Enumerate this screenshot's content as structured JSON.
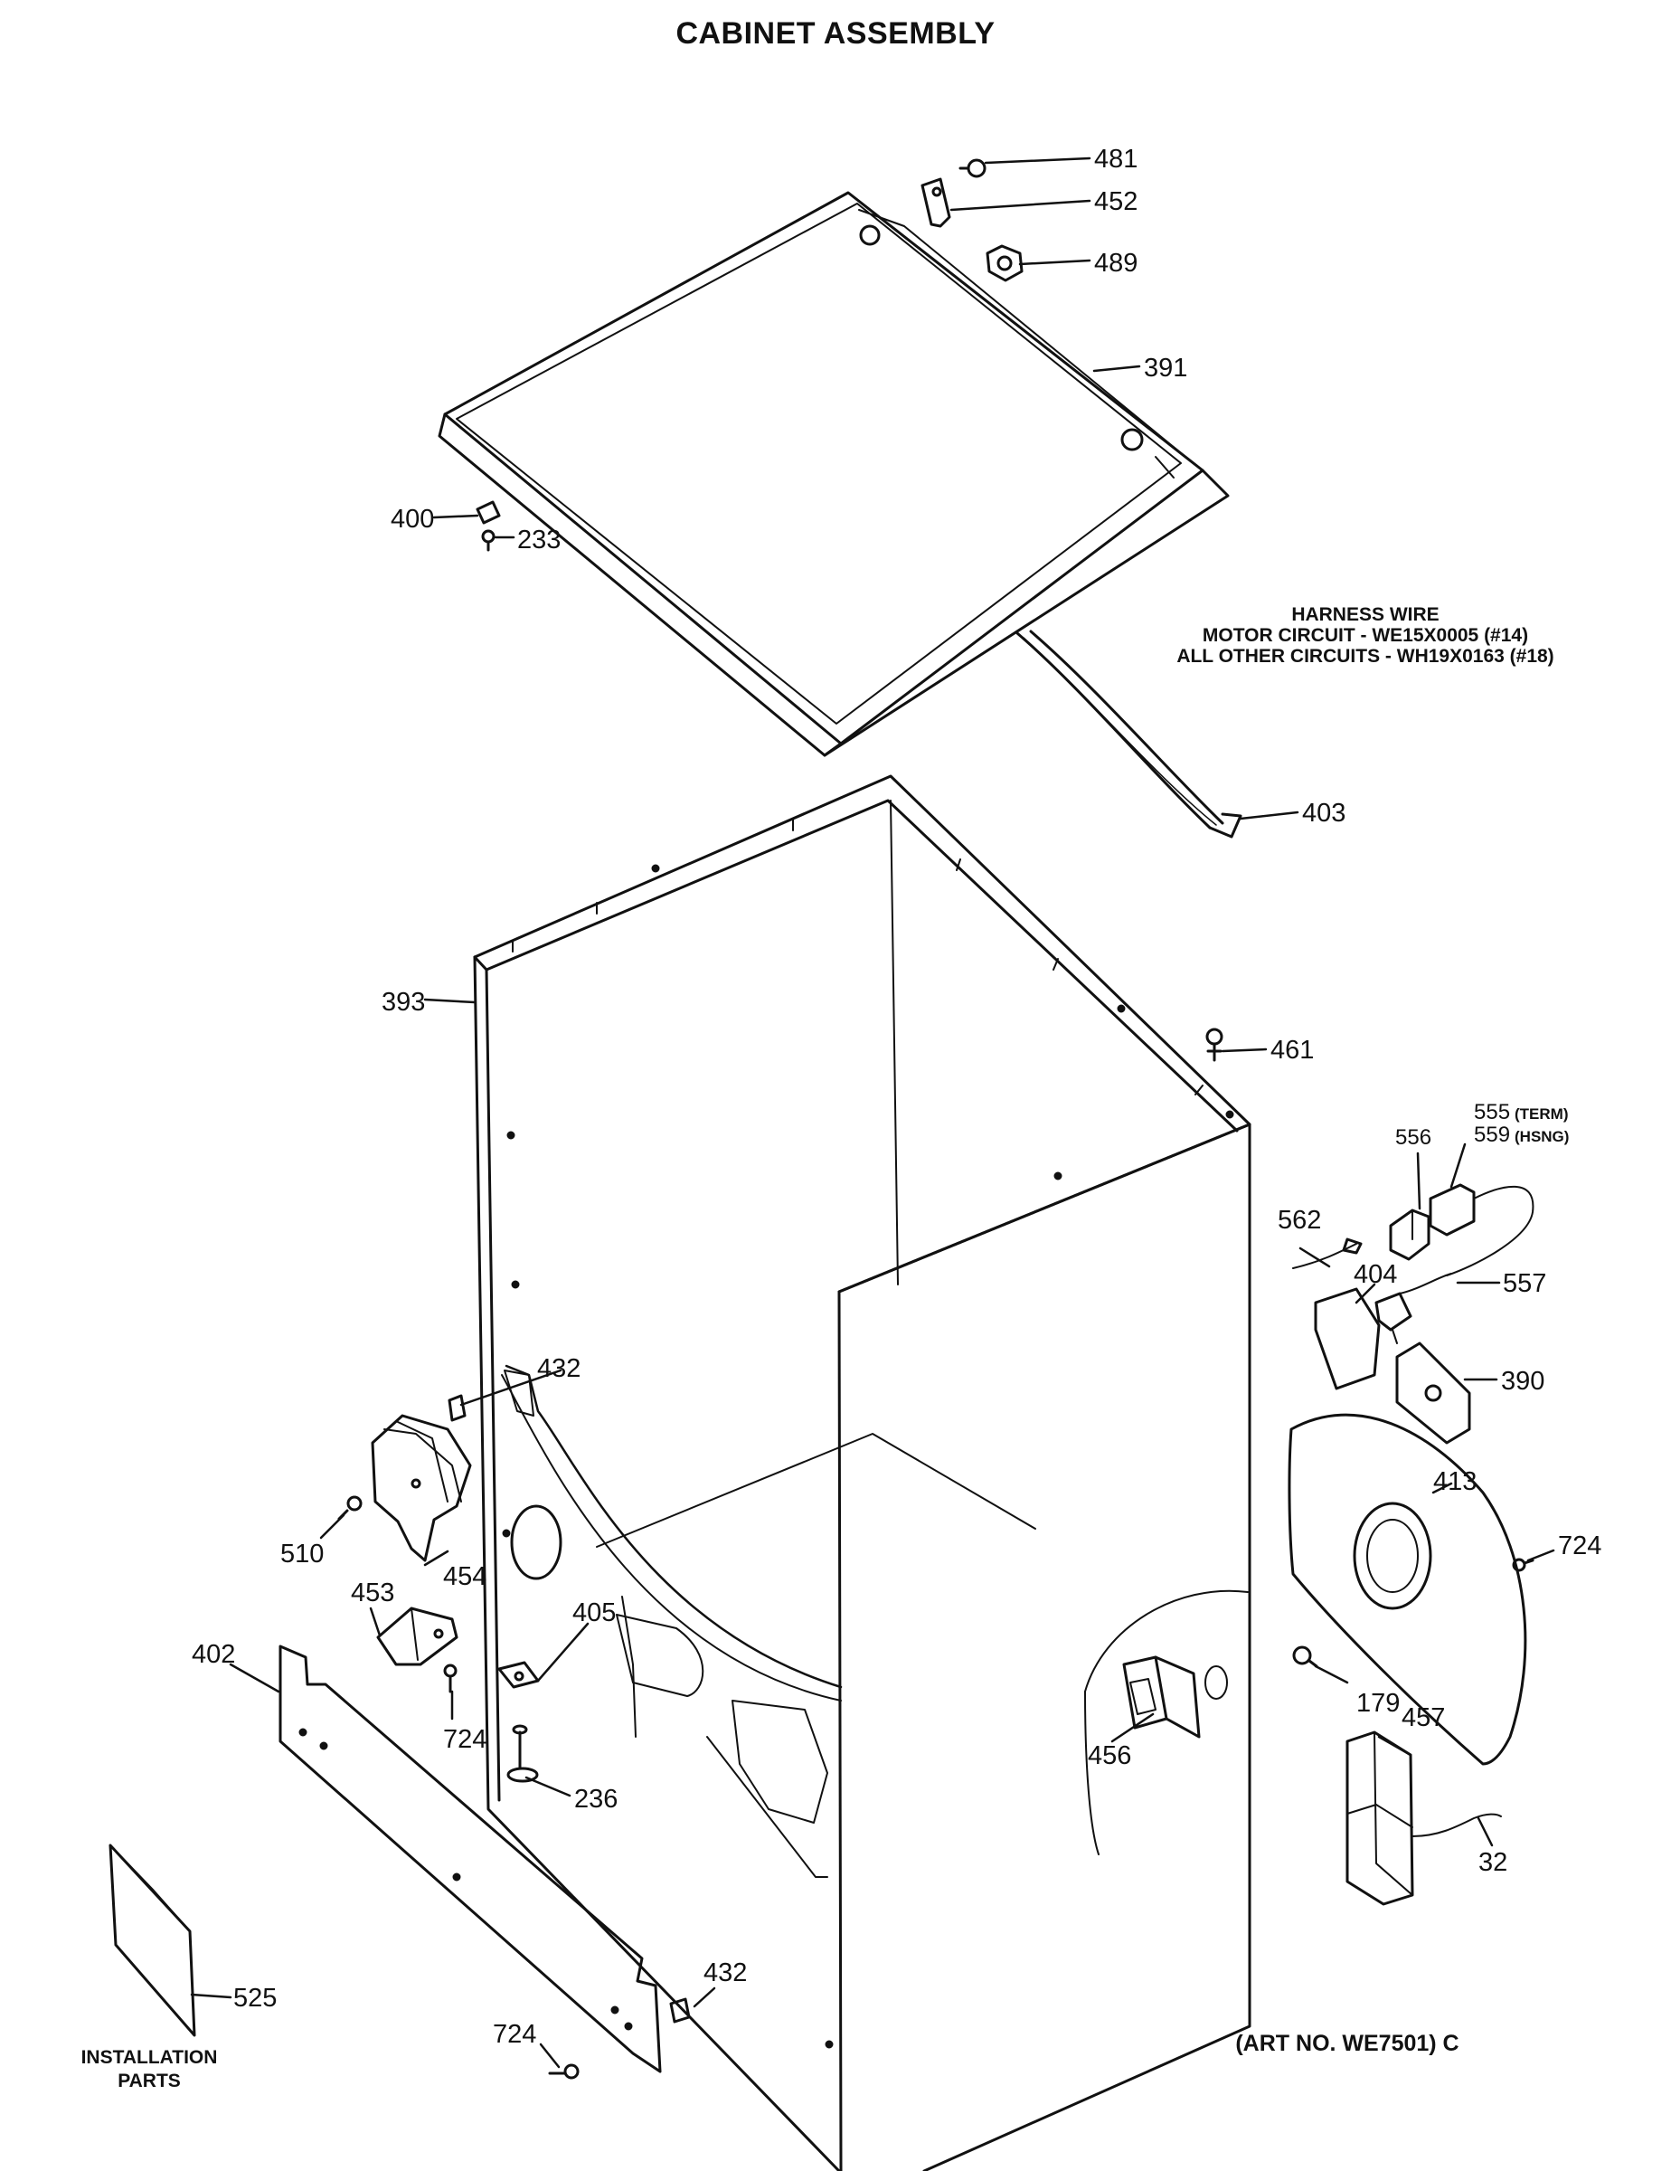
{
  "title": "CABINET ASSEMBLY",
  "harness_note": {
    "line1": "HARNESS WIRE",
    "line2": "MOTOR CIRCUIT - WE15X0005 (#14)",
    "line3": "ALL OTHER CIRCUITS - WH19X0163 (#18)"
  },
  "installation_note": {
    "line1": "INSTALLATION",
    "line2": "PARTS"
  },
  "art_number": "(ART NO. WE7501) C",
  "callouts": {
    "p481": "481",
    "p452": "452",
    "p489": "489",
    "p391": "391",
    "p400": "400",
    "p233": "233",
    "p403": "403",
    "p393": "393",
    "p461": "461",
    "p555": "555",
    "p555_suffix": "(TERM)",
    "p559": "559",
    "p559_suffix": "(HSNG)",
    "p556": "556",
    "p562": "562",
    "p404": "404",
    "p557": "557",
    "p390": "390",
    "p432_top": "432",
    "p510": "510",
    "p454": "454",
    "p413": "413",
    "p724_right": "724",
    "p453": "453",
    "p405": "405",
    "p179": "179",
    "p457": "457",
    "p402": "402",
    "p724_mid": "724",
    "p236": "236",
    "p456": "456",
    "p32": "32",
    "p432_bottom": "432",
    "p525": "525",
    "p724_bottom": "724"
  }
}
